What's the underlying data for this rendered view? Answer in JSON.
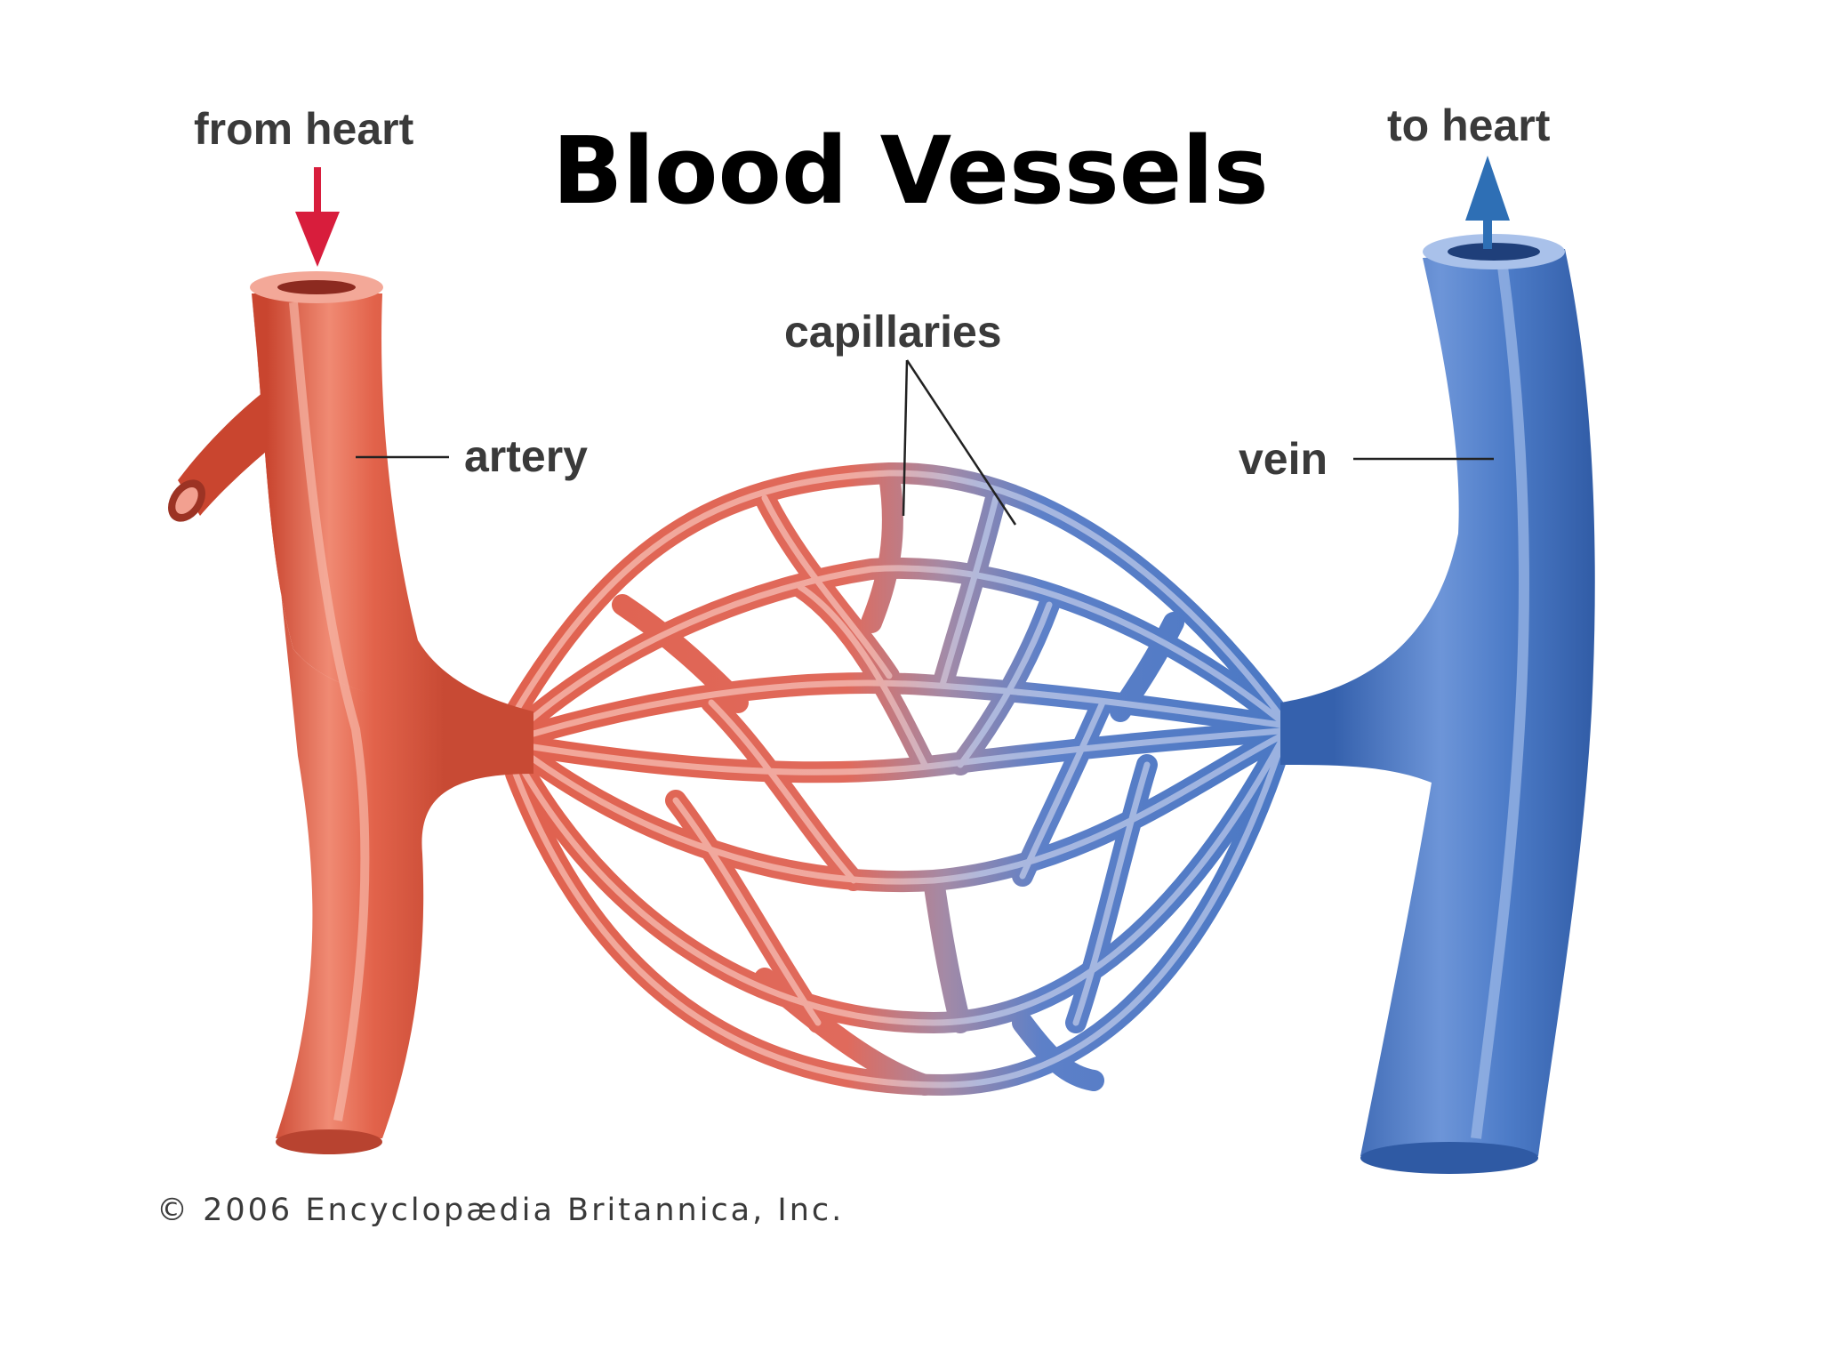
{
  "title": "Blood Vessels",
  "labels": {
    "from_heart": "from heart",
    "to_heart": "to heart",
    "artery": "artery",
    "vein": "vein",
    "capillaries": "capillaries"
  },
  "credit": "© 2006 Encyclopædia Britannica, Inc.",
  "colors": {
    "artery": "#e0624f",
    "vein": "#4b78c4",
    "arrow_from_heart": "#d81d3c",
    "arrow_to_heart": "#2e6fb5"
  }
}
